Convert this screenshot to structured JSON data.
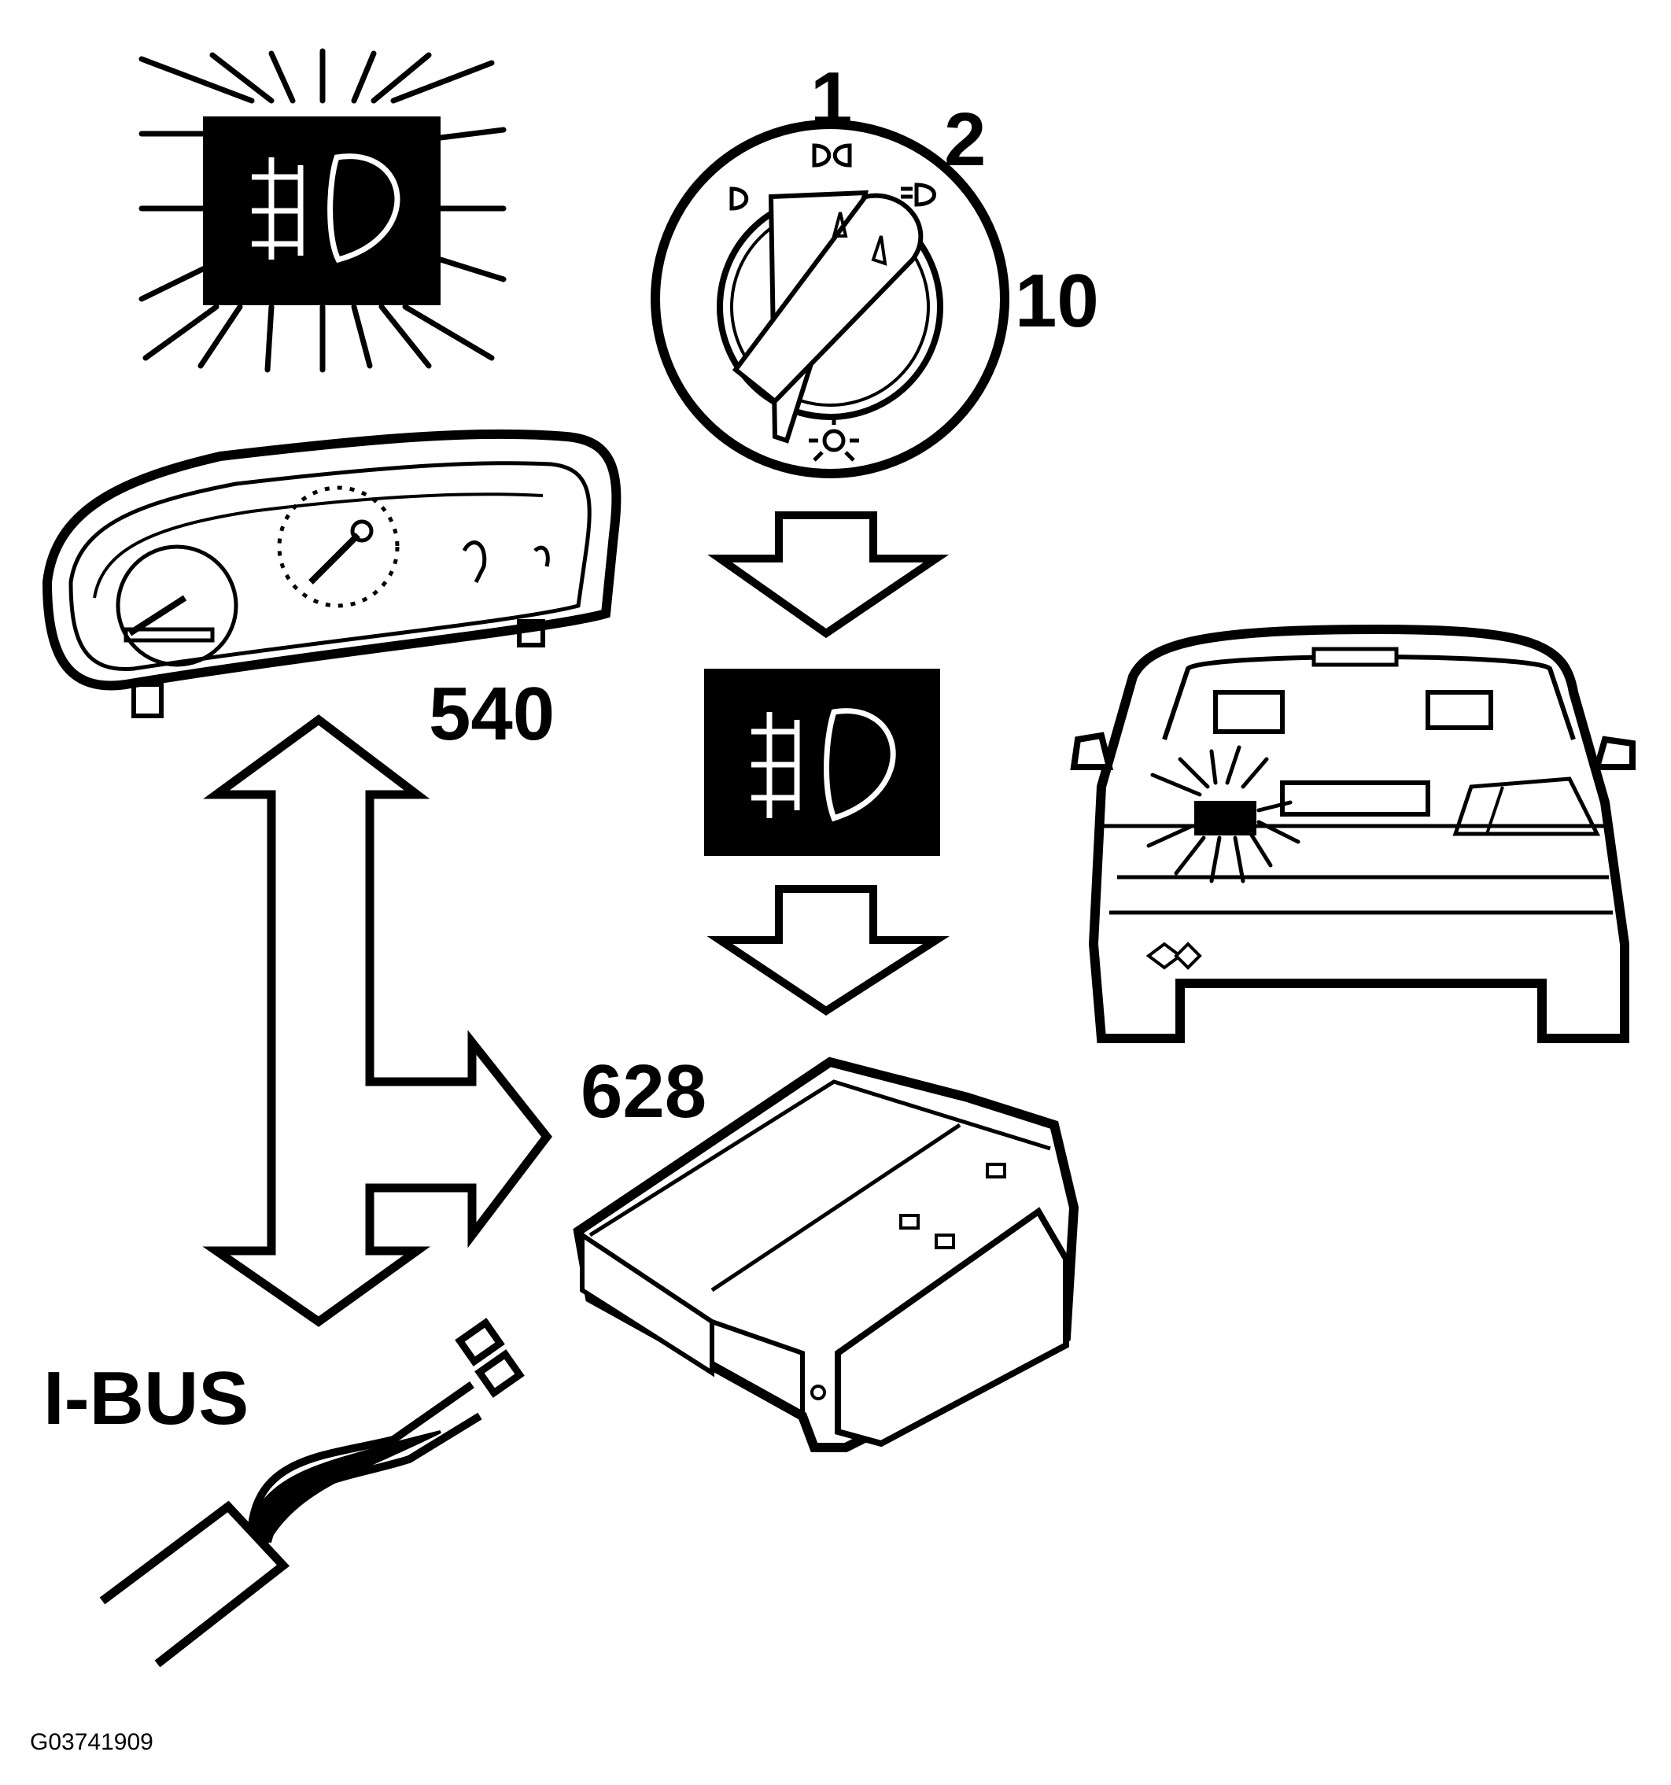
{
  "labels": {
    "switch_pos_1": "1",
    "switch_pos_2": "2",
    "switch_pos_10": "10",
    "instrument_cluster": "540",
    "control_module": "628",
    "bus": "I-BUS",
    "figure_code": "G03741909"
  },
  "colors": {
    "ink": "#000000",
    "paper": "#ffffff"
  },
  "icons": {
    "indicator_top": "rear-fog-light-icon",
    "indicator_middle": "rear-fog-light-icon",
    "switch_symbols": [
      "sidelights-icon",
      "dipped-beam-icon",
      "headlight-icon",
      "fog-light-icon"
    ]
  }
}
